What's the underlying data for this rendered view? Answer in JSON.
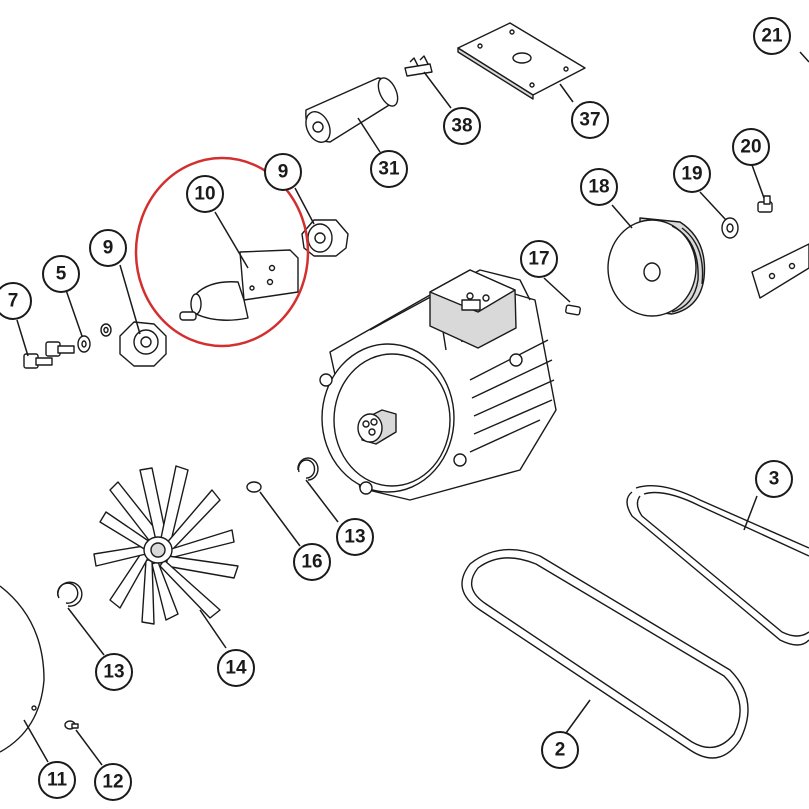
{
  "highlight_color": "#d32f2f",
  "callouts": {
    "c21": "21",
    "c38": "38",
    "c37": "37",
    "c31": "31",
    "c9a": "9",
    "c10": "10",
    "c20": "20",
    "c19": "19",
    "c18": "18",
    "c9b": "9",
    "c5": "5",
    "c7": "7",
    "c17": "17",
    "c3": "3",
    "c13a": "13",
    "c16": "16",
    "c14": "14",
    "c13b": "13",
    "c2": "2",
    "c11": "11",
    "c12": "12"
  },
  "highlighted_part": "10"
}
